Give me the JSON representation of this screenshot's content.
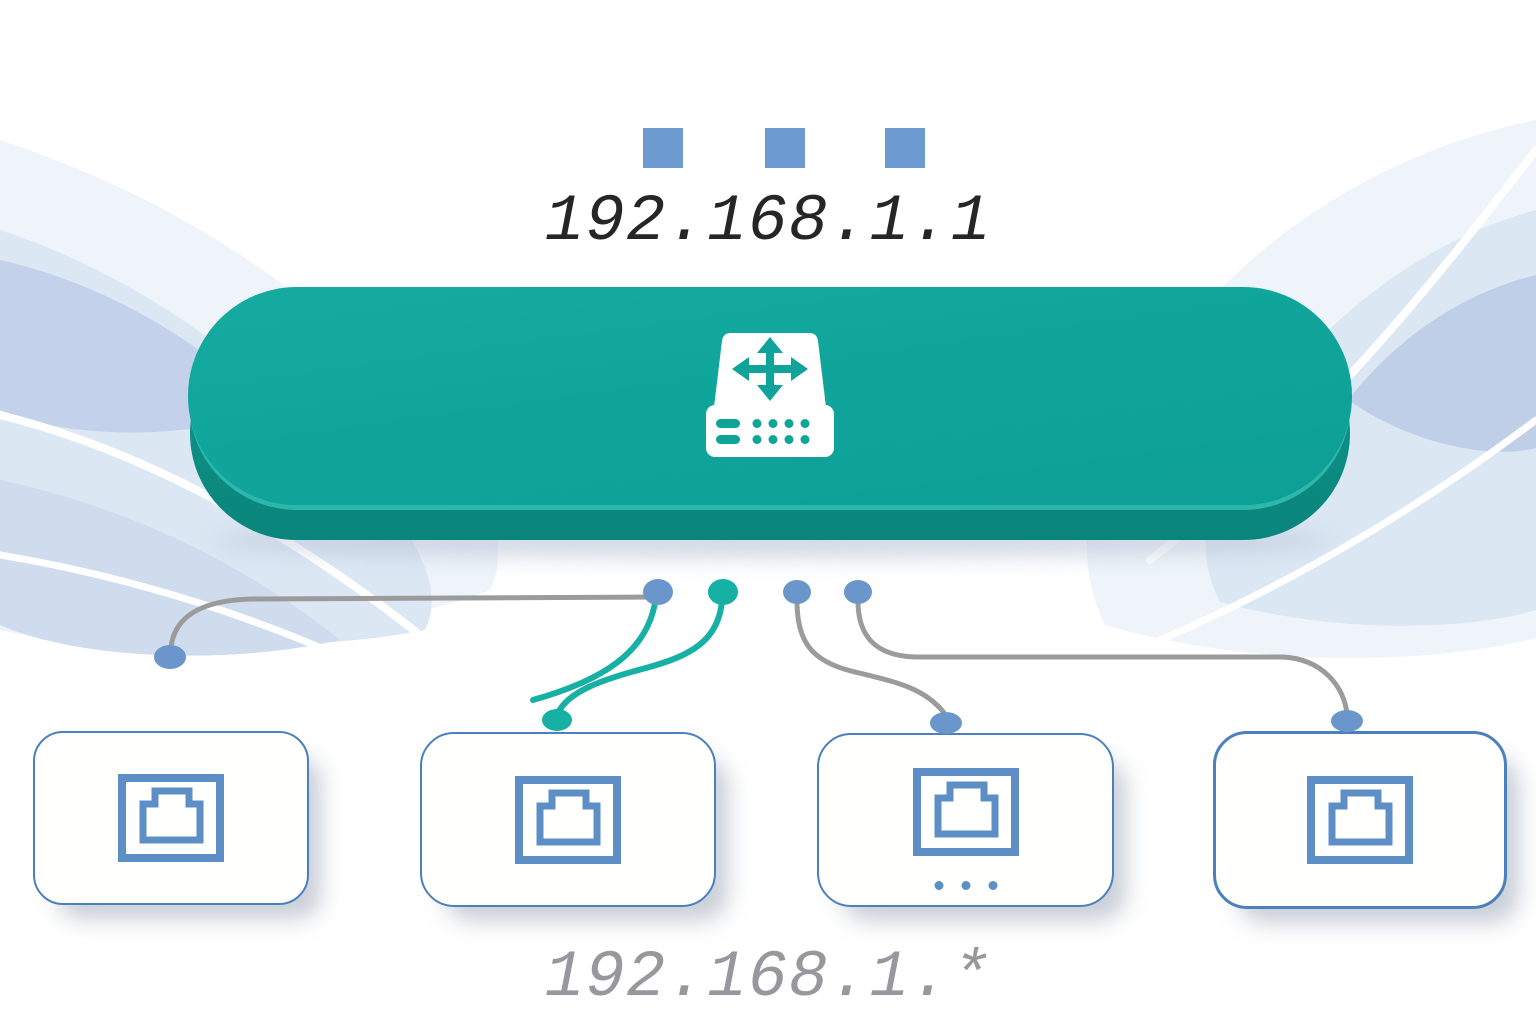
{
  "header": {
    "gateway_ip": "192.168.1.1",
    "ellipsis_squares_count": 3
  },
  "router": {
    "icon": "network-switch-icon",
    "shape": "teal-3d-pill"
  },
  "connections": {
    "drop_dot_colors": [
      "blue",
      "teal",
      "blue",
      "blue"
    ],
    "highlighted_link_target": "client-box-2",
    "dangling_endpoint": "left-floating-blue-dot"
  },
  "clients": {
    "boxes": [
      {
        "icon": "ethernet-port-icon"
      },
      {
        "icon": "ethernet-port-icon",
        "connected_via": "teal-line"
      },
      {
        "icon": "ethernet-port-icon",
        "more_indicator": "three-dots"
      },
      {
        "icon": "ethernet-port-icon"
      }
    ],
    "subnet_label": "192.168.1.*"
  },
  "colors": {
    "teal_pill": "#10a59b",
    "teal_pill_side": "#0d8d83",
    "teal_rim_highlight": "#2db7ac",
    "teal_line": "#17b0a4",
    "blue_accent": "#6d9ad0",
    "blue_node_dot": "#6b96cb",
    "box_border": "#4b80bd",
    "port_icon_blue": "#5d8fc6",
    "line_gray": "#9b9b9b",
    "text_dark": "#262626",
    "text_gray": "#97979d",
    "wave_light": "#eef4fa",
    "wave_mid": "#dce7f4",
    "wave_deep": "#c3d2ea"
  }
}
